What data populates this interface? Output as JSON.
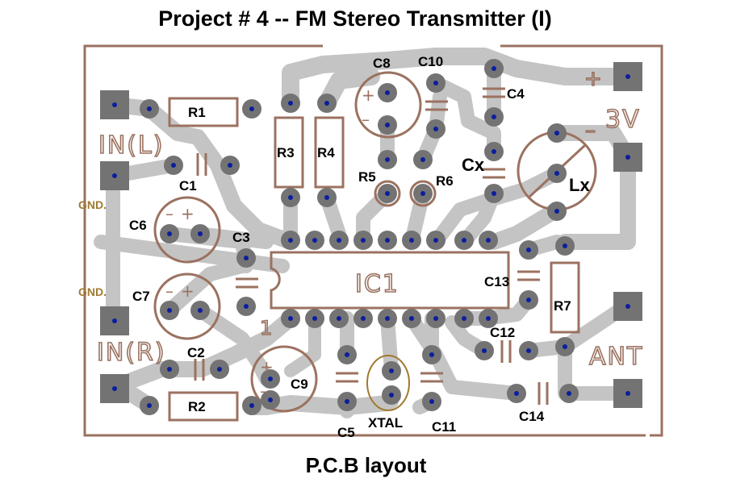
{
  "title": "Project # 4 -- FM Stereo Transmitter (I)",
  "caption": "P.C.B layout",
  "colors": {
    "board_outline": "#9b7260",
    "trace": "#c4c4c4",
    "pad": "#737373",
    "pad_hole": "#0b1e9e",
    "silkscreen": "#9b7260",
    "gnd_label": "#a07a30"
  },
  "silkscreen": {
    "in_left": "IN(L)",
    "in_right": "IN(R)",
    "ic_label": "IC1",
    "plus": "+",
    "supply": "3V",
    "minus": "–",
    "antenna": "ANT",
    "pin1": "1"
  },
  "connector_labels": {
    "gnd_top": "GND.",
    "gnd_bottom": "GND."
  },
  "components": {
    "r1": "R1",
    "r2": "R2",
    "r3": "R3",
    "r4": "R4",
    "r5": "R5",
    "r6": "R6",
    "r7": "R7",
    "c1": "C1",
    "c2": "C2",
    "c3": "C3",
    "c4": "C4",
    "c5": "C5",
    "c6": "C6",
    "c7": "C7",
    "c8": "C8",
    "c9": "C9",
    "c10": "C10",
    "c11": "C11",
    "c12": "C12",
    "c13": "C13",
    "c14": "C14",
    "cx": "Cx",
    "lx": "Lx",
    "xtal": "XTAL"
  }
}
